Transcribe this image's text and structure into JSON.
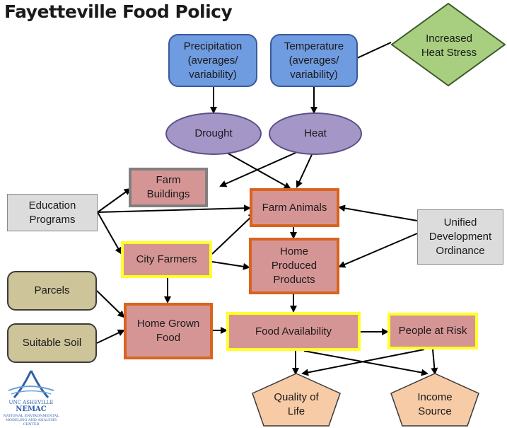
{
  "title": "Fayetteville Food Policy",
  "nodes": {
    "precipitation": "Precipitation (averages/ variability)",
    "temperature": "Temperature (averages/ variability)",
    "heat_stress": "Increased Heat Stress",
    "drought": "Drought",
    "heat": "Heat",
    "farm_buildings": "Farm Buildings",
    "education": "Education Programs",
    "farm_animals": "Farm Animals",
    "udo": "Unified Development Ordinance",
    "city_farmers": "City Farmers",
    "home_produced": "Home Produced Products",
    "parcels": "Parcels",
    "suitable_soil": "Suitable Soil",
    "home_grown": "Home Grown Food",
    "food_availability": "Food Availability",
    "people_at_risk": "People at Risk",
    "quality_of_life": "Quality of Life",
    "income_source": "Income Source"
  },
  "logo": {
    "line1": "UNC ASHEVILLE",
    "line2": "NEMAC",
    "line3": "NATIONAL ENVIRONMENTAL",
    "line4": "MODELING AND ANALYSIS CENTER"
  },
  "colors": {
    "climate_box": "#6f9be0",
    "hazard_ellipse": "#a596c8",
    "stressor_diamond": "#a8cf7f",
    "driver_gray": "#dcdcdc",
    "land_tan": "#cdc49a",
    "system_pink": "#d69595",
    "outcome_pentagon": "#f7cba6",
    "border_orange": "#d9641e",
    "border_yellow": "#ffff2a"
  }
}
